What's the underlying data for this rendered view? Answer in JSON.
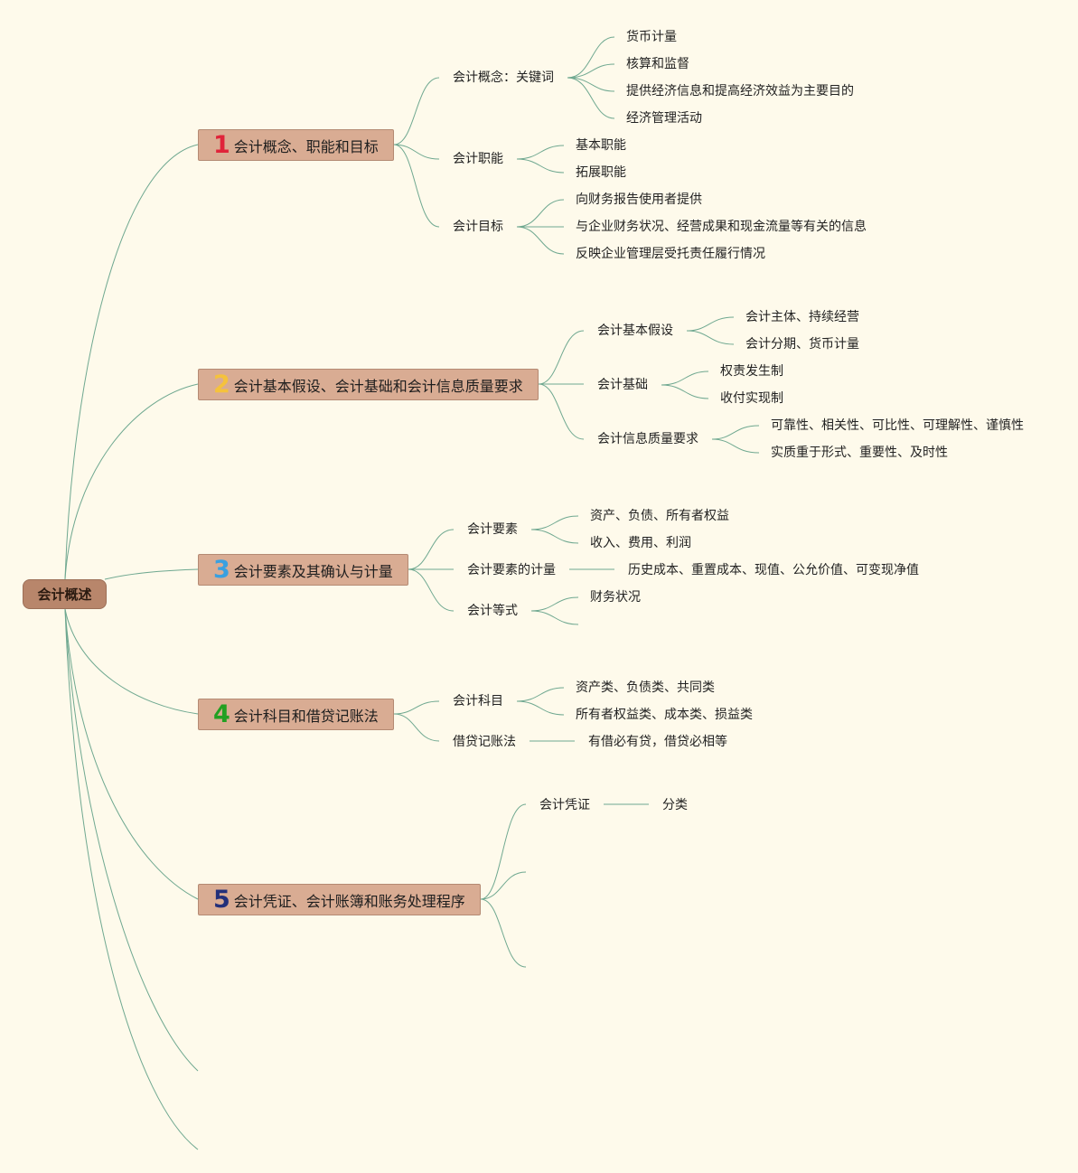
{
  "root": "会计概述",
  "topics": [
    {
      "num": "1",
      "num_color": "#e0243a",
      "title": "会计概念、职能和目标",
      "children": [
        {
          "label": "会计概念：关键词",
          "items": [
            "货币计量",
            "核算和监督",
            "提供经济信息和提高经济效益为主要目的",
            "经济管理活动"
          ]
        },
        {
          "label": "会计职能",
          "items": [
            "基本职能",
            "拓展职能"
          ]
        },
        {
          "label": "会计目标",
          "items": [
            "向财务报告使用者提供",
            "与企业财务状况、经营成果和现金流量等有关的信息",
            "反映企业管理层受托责任履行情况"
          ]
        }
      ]
    },
    {
      "num": "2",
      "num_color": "#f5c23c",
      "title": "会计基本假设、会计基础和会计信息质量要求",
      "children": [
        {
          "label": "会计基本假设",
          "items": [
            "会计主体、持续经营",
            "会计分期、货币计量"
          ]
        },
        {
          "label": "会计基础",
          "items": [
            "权责发生制",
            "收付实现制"
          ]
        },
        {
          "label": "会计信息质量要求",
          "items": [
            "可靠性、相关性、可比性、可理解性、谨慎性",
            "实质重于形式、重要性、及时性"
          ]
        }
      ]
    },
    {
      "num": "3",
      "num_color": "#3aa0e0",
      "title": "会计要素及其确认与计量",
      "children": [
        {
          "label": "会计要素",
          "items": [
            "资产、负债、所有者权益",
            "收入、费用、利润"
          ]
        },
        {
          "label": "会计要素的计量",
          "items": [
            "历史成本、重置成本、现值、公允价值、可变现净值"
          ]
        },
        {
          "label": "会计等式",
          "items": [
            "财务状况"
          ]
        }
      ]
    },
    {
      "num": "4",
      "num_color": "#22a022",
      "title": "会计科目和借贷记账法",
      "children": [
        {
          "label": "会计科目",
          "items": [
            "资产类、负债类、共同类",
            "所有者权益类、成本类、损益类"
          ]
        },
        {
          "label": "借贷记账法",
          "items": [
            "有借必有贷，借贷必相等"
          ]
        }
      ]
    },
    {
      "num": "5",
      "num_color": "#23307a",
      "title": "会计凭证、会计账簿和账务处理程序",
      "children": [
        {
          "label": "会计凭证",
          "items": [
            "分类"
          ]
        }
      ]
    }
  ]
}
